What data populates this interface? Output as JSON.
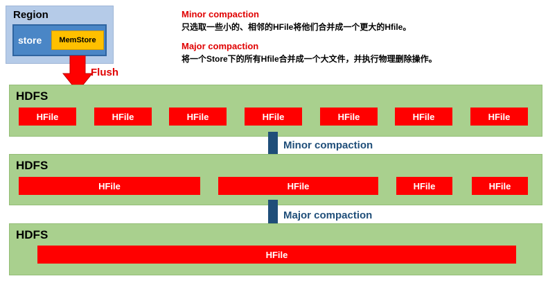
{
  "region": {
    "title": "Region",
    "store_label": "store",
    "memstore_label": "MemStore"
  },
  "legend": {
    "minor_title": "Minor compaction",
    "minor_desc": "只选取一些小的、相邻的HFile将他们合并成一个更大的Hfile。",
    "major_title": "Major compaction",
    "major_desc": "将一个Store下的所有Hfile合并成一个大文件，并执行物理删除操作。"
  },
  "flush_label": "Flush",
  "hdfs": [
    {
      "label": "HDFS",
      "files": [
        "HFile",
        "HFile",
        "HFile",
        "HFile",
        "HFile",
        "HFile",
        "HFile"
      ]
    },
    {
      "label": "HDFS",
      "files": [
        "HFile",
        "HFile",
        "HFile",
        "HFile"
      ]
    },
    {
      "label": "HDFS",
      "files": [
        "HFile"
      ]
    }
  ],
  "arrows": {
    "minor_label": "Minor compaction",
    "major_label": "Major compaction"
  },
  "colors": {
    "hfile": "#ff0000",
    "hdfs_bg": "#a9d08e",
    "region_bg": "#b5cbe8",
    "store_bg": "#4a86c6",
    "memstore_bg": "#ffc000",
    "flush_arrow": "#ff0000",
    "compaction_arrow": "#1f4e79"
  }
}
